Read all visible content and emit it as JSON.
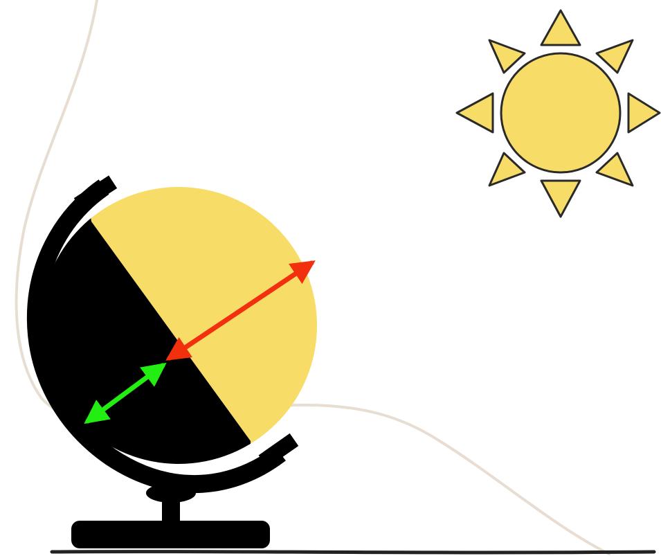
{
  "scene": {
    "objects": {
      "sun_icon": "sun-icon",
      "globe_icon": "globe-icon",
      "globe_stand_icon": "globe-stand-icon",
      "ground_line": "ground-line",
      "background_curve": "background-curve"
    },
    "arrows": [
      {
        "name": "red-double-arrow",
        "color": "#f2300e"
      },
      {
        "name": "green-double-arrow",
        "color": "#22ee11"
      }
    ]
  },
  "colors": {
    "background": "#ffffff",
    "sun_fill": "#f7dc67",
    "sun_outline": "#2a2a2a",
    "globe_day": "#f7dc67",
    "globe_night": "#000000",
    "stand": "#000000",
    "curve": "#e8ddd2",
    "ground": "#222222"
  }
}
